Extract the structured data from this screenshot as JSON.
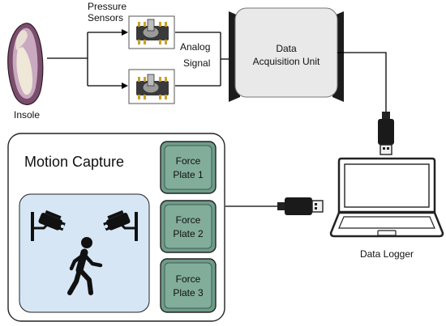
{
  "insole": {
    "label": "Insole"
  },
  "pressure_sensors": {
    "label_line1": "Pressure",
    "label_line2": "Sensors"
  },
  "analog_signal": {
    "label_line1": "Analog",
    "label_line2": "Signal"
  },
  "daq": {
    "label_line1": "Data",
    "label_line2": "Acquisition Unit"
  },
  "data_logger": {
    "label": "Data Logger"
  },
  "motion_capture": {
    "title": "Motion Capture"
  },
  "force_plates": [
    {
      "line1": "Force",
      "line2": "Plate 1"
    },
    {
      "line1": "Force",
      "line2": "Plate 2"
    },
    {
      "line1": "Force",
      "line2": "Plate 3"
    }
  ],
  "colors": {
    "force_plate_fill": "#6f9c8a",
    "force_plate_inner": "#82ad9b",
    "capture_area": "#d6e6f5",
    "daq_band": "#1c1c1c"
  }
}
